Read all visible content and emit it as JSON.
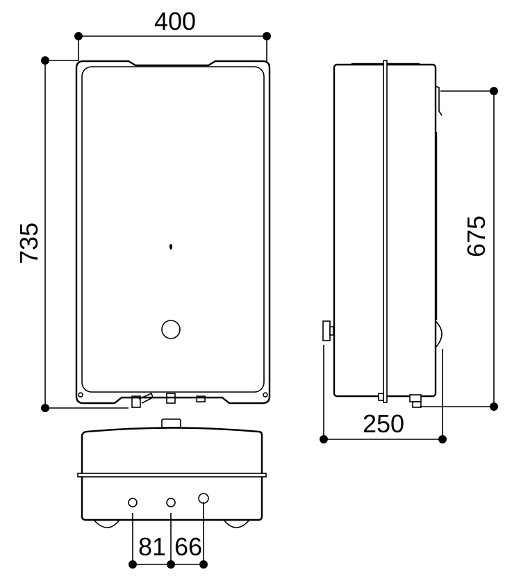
{
  "dimensions": {
    "front_width": "400",
    "front_height": "735",
    "side_height": "675",
    "side_depth": "250",
    "bottom_spacing_left": "81",
    "bottom_spacing_right": "66"
  },
  "colors": {
    "line": "#000000",
    "background": "#ffffff"
  }
}
